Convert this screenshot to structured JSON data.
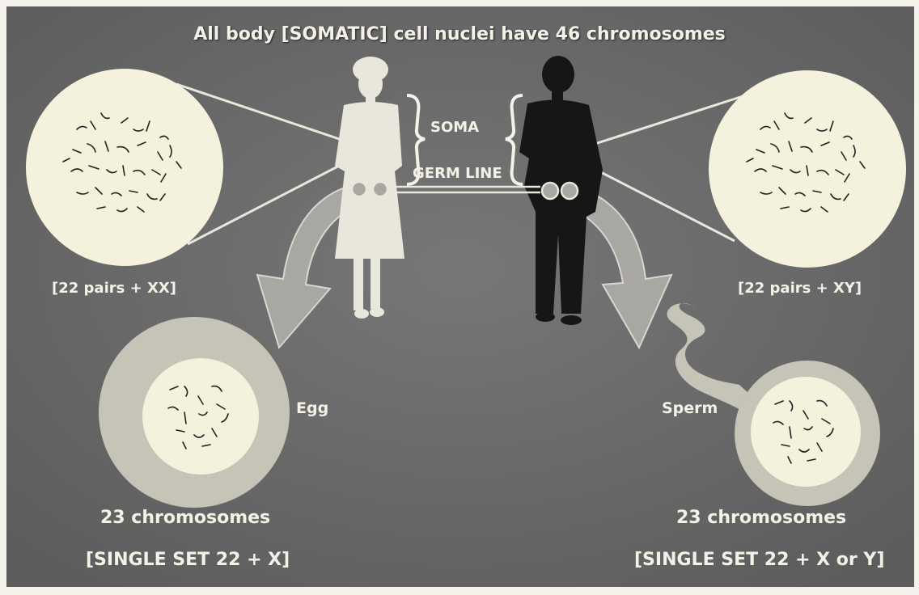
{
  "title": "All body [SOMATIC] cell nuclei have 46 chromosomes",
  "labels": {
    "soma": "SOMA",
    "germ_line": "GERM LINE",
    "female_somatic": "[22 pairs + XX]",
    "male_somatic": "[22 pairs + XY]",
    "egg": "Egg",
    "sperm": "Sperm",
    "egg_count": "23 chromosomes",
    "sperm_count": "23 chromosomes",
    "egg_set": "[SINGLE SET 22 + X]",
    "sperm_set": "[SINGLE SET 22 + X or Y]"
  },
  "colors": {
    "background": "#676767",
    "cell_fill": "#f4f1dc",
    "gamete_outer": "#c6c3b7",
    "arrow_fill": "#a8a7a2",
    "woman": "#e9e6dc",
    "man": "#161616",
    "text": "#f4f1e6"
  }
}
